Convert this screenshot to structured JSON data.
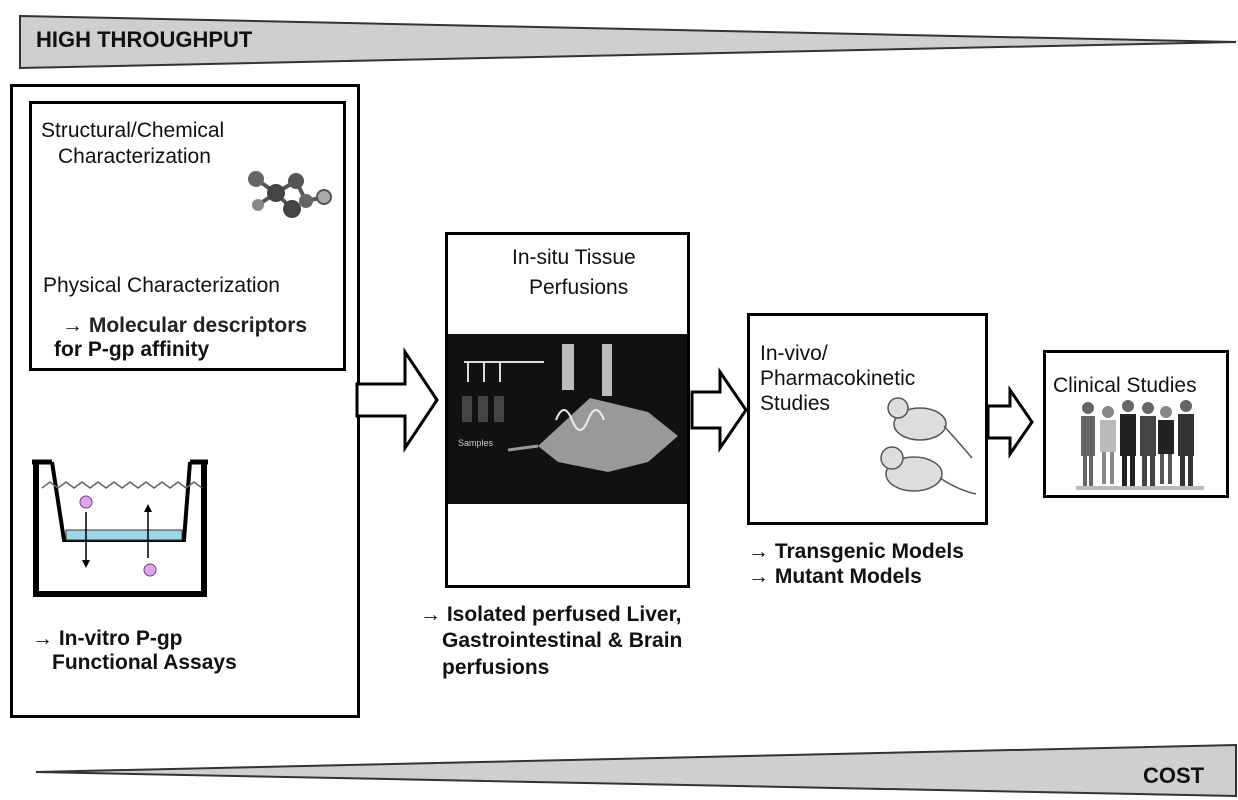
{
  "banner_top": {
    "label": "HIGH THROUGHPUT"
  },
  "banner_bottom": {
    "label": "COST"
  },
  "stage1": {
    "structural_title_line1": "Structural/Chemical",
    "structural_title_line2": "Characterization",
    "physical_title": "Physical Characterization",
    "descriptor_line1": "→ Molecular descriptors",
    "descriptor_line2": "for P-gp affinity",
    "assay_line1": "→ In-vitro P-gp",
    "assay_line2": "Functional Assays"
  },
  "stage2": {
    "title_line1": "In-situ Tissue",
    "title_line2": "Perfusions",
    "image_label": "Samples",
    "note_line1": "→ Isolated perfused Liver,",
    "note_line2": "Gastrointestinal & Brain",
    "note_line3": "perfusions"
  },
  "stage3": {
    "title_line1": "In-vivo/",
    "title_line2": "Pharmacokinetic",
    "title_line3": "Studies",
    "note_line1": "→ Transgenic Models",
    "note_line2": "→ Mutant Models"
  },
  "stage4": {
    "title": "Clinical Studies"
  },
  "colors": {
    "banner_fill": "#cfcfcf",
    "photo_bg": "#111111",
    "cell_dot": "#d9a8e8",
    "cell_fill": "#9fd6e6"
  }
}
